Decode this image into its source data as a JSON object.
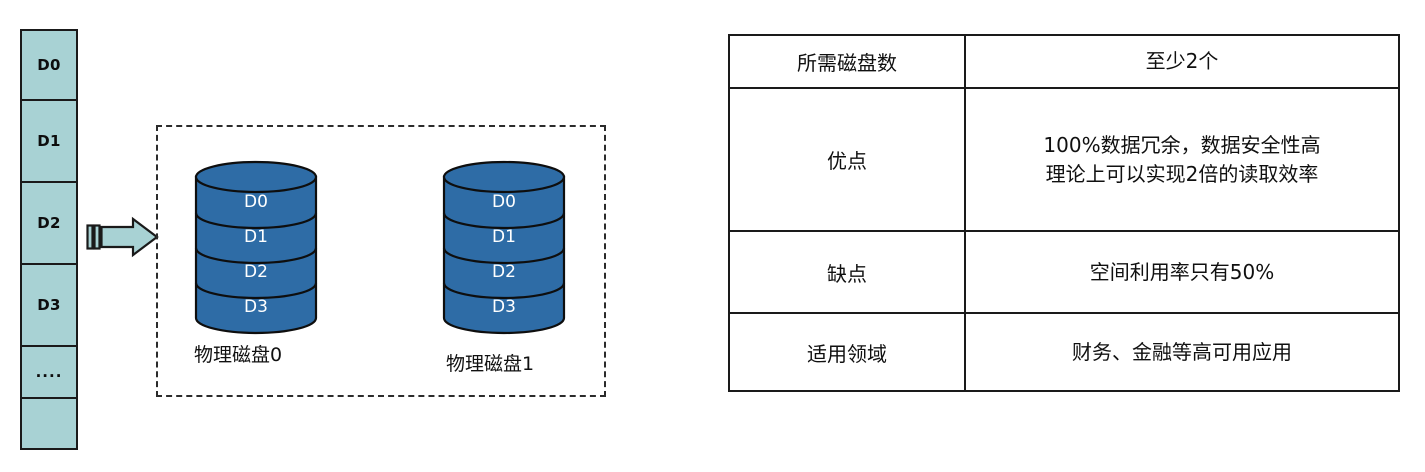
{
  "source_column": {
    "name": "logical-data-blocks",
    "cells": [
      {
        "label": "D0"
      },
      {
        "label": "D1"
      },
      {
        "label": "D2"
      },
      {
        "label": "D3"
      },
      {
        "label": "...."
      },
      {
        "label": ""
      }
    ],
    "fill_color": "#a8d2d4",
    "border_color": "#1a1a1a"
  },
  "arrow": {
    "name": "write-flow-arrow",
    "direction": "right",
    "fill_color": "#a8d2d4"
  },
  "disk_group": {
    "border_style": "dashed",
    "disks": [
      {
        "caption": "物理磁盘0",
        "segments": [
          "D0",
          "D1",
          "D2",
          "D3"
        ],
        "fill_color": "#2e6ca6"
      },
      {
        "caption": "物理磁盘1",
        "segments": [
          "D0",
          "D1",
          "D2",
          "D3"
        ],
        "fill_color": "#2e6ca6"
      }
    ]
  },
  "table": {
    "rows": [
      {
        "label": "所需磁盘数",
        "value_lines": [
          "至少2个"
        ]
      },
      {
        "label": "优点",
        "value_lines": [
          "100%数据冗余，数据安全性高",
          "理论上可以实现2倍的读取效率"
        ]
      },
      {
        "label": "缺点",
        "value_lines": [
          "空间利用率只有50%"
        ]
      },
      {
        "label": "适用领域",
        "value_lines": [
          "财务、金融等高可用应用"
        ]
      }
    ]
  }
}
